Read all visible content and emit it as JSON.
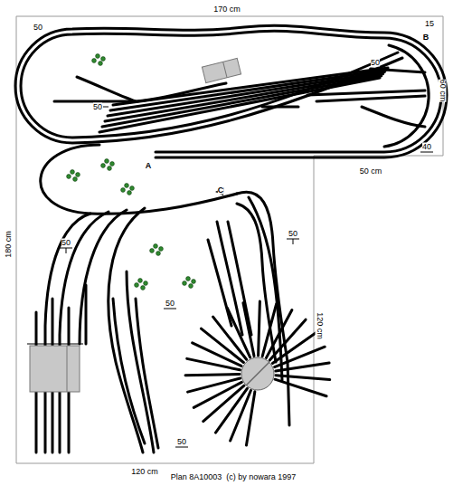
{
  "diagram": {
    "caption": "Plan 8A10003  (c) by nowara 1997",
    "labels": [
      "170 cm",
      "50",
      "15",
      "B",
      "50",
      "60 cm",
      "50",
      "40",
      "A",
      "50 cm",
      "C",
      "180 cm",
      "50",
      "50",
      "120 cm",
      "50",
      "50",
      "120 cm"
    ]
  }
}
